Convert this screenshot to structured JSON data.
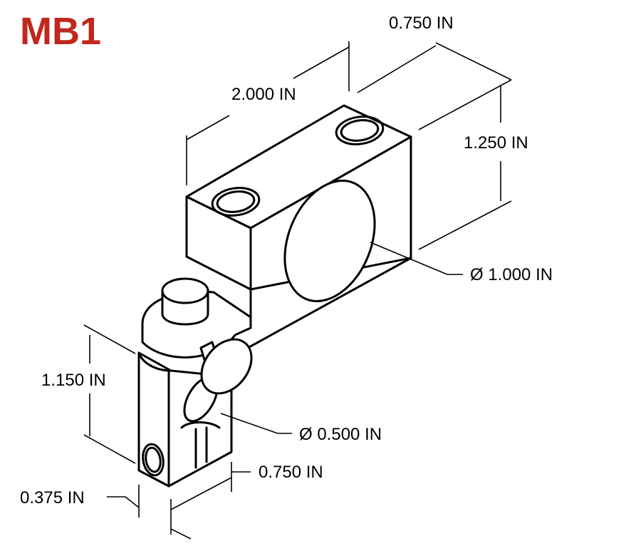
{
  "title": "MB1",
  "colors": {
    "title": "#c0281e",
    "lines": "#000000",
    "background": "#ffffff"
  },
  "dimensions": {
    "top_depth": "0.750 IN",
    "top_length": "2.000 IN",
    "block_height": "1.250 IN",
    "bore_diameter": "Ø 1.000 IN",
    "post_height": "1.150 IN",
    "post_bore_diameter": "Ø 0.500 IN",
    "post_width": "0.750 IN",
    "post_depth": "0.375 IN"
  }
}
